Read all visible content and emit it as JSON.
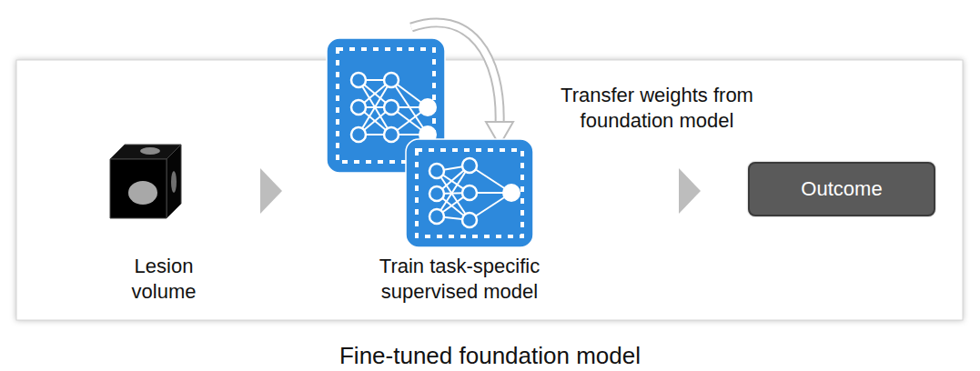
{
  "diagram": {
    "caption": "Fine-tuned foundation model",
    "nodes": [
      {
        "text": [
          "Outcome"
        ]
      }
    ],
    "labels": [
      "Transfer weights from foundation model",
      "Lesion volume",
      "Train task-specific supervised model"
    ]
  }
}
